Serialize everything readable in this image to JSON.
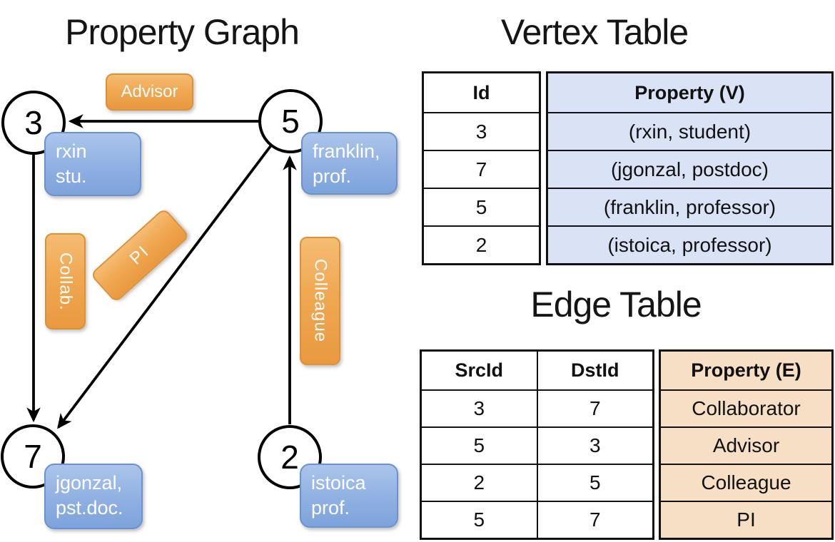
{
  "graph": {
    "title": "Property Graph",
    "nodes": [
      {
        "id": "3"
      },
      {
        "id": "5"
      },
      {
        "id": "7"
      },
      {
        "id": "2"
      }
    ],
    "vertex_labels": [
      {
        "line1": "rxin",
        "line2": "stu."
      },
      {
        "line1": "franklin,",
        "line2": "prof."
      },
      {
        "line1": "jgonzal,",
        "line2": "pst.doc."
      },
      {
        "line1": "istoica",
        "line2": "prof."
      }
    ],
    "edge_labels": {
      "advisor": "Advisor",
      "collab": "Collab.",
      "pi": "PI",
      "colleague": "Colleague"
    }
  },
  "vertex_table": {
    "title": "Vertex Table",
    "headers": {
      "id": "Id",
      "property": "Property (V)"
    },
    "rows": [
      {
        "id": "3",
        "property": "(rxin, student)"
      },
      {
        "id": "7",
        "property": "(jgonzal, postdoc)"
      },
      {
        "id": "5",
        "property": "(franklin, professor)"
      },
      {
        "id": "2",
        "property": "(istoica, professor)"
      }
    ]
  },
  "edge_table": {
    "title": "Edge Table",
    "headers": {
      "src": "SrcId",
      "dst": "DstId",
      "property": "Property (E)"
    },
    "rows": [
      {
        "src": "3",
        "dst": "7",
        "property": "Collaborator"
      },
      {
        "src": "5",
        "dst": "3",
        "property": "Advisor"
      },
      {
        "src": "2",
        "dst": "5",
        "property": "Colleague"
      },
      {
        "src": "5",
        "dst": "7",
        "property": "PI"
      }
    ]
  },
  "colors": {
    "edge_label_fill_top": "#F5BC74",
    "edge_label_fill_bottom": "#E9993F",
    "edge_label_border": "#DE9134",
    "vertex_label_fill_top": "#ABC5EB",
    "vertex_label_fill_bottom": "#7DA3DC",
    "vertex_label_border": "#6B92CD",
    "vertex_property_cell_bg": "#D9E3F5",
    "edge_property_cell_bg": "#F6DFC4",
    "table_border": "#111111",
    "line_color": "#000000"
  }
}
